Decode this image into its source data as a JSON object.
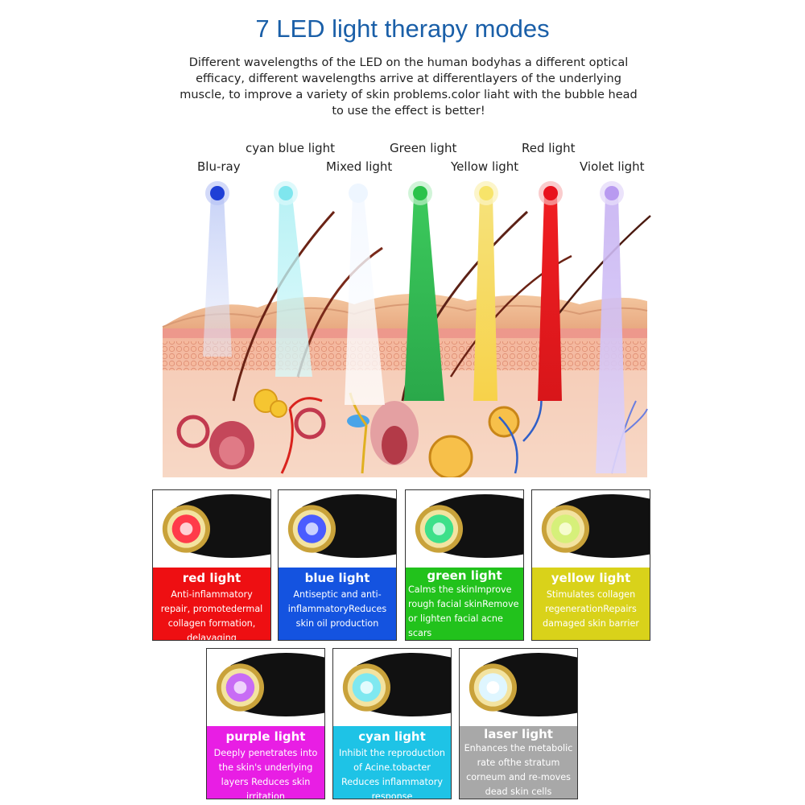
{
  "title": "7 LED light therapy modes",
  "intro": "Different wavelengths of the LED on the human bodyhas a different optical efficacy, different wavelengths arrive at differentlayers of the underlying muscle, to improve a variety of skin problems.color liaht with the bubble head to use the effect is better!",
  "lights": [
    {
      "label": "Blu-ray",
      "color": "#1f3fd6"
    },
    {
      "label": "cyan blue light",
      "color": "#7fe6ee"
    },
    {
      "label": "Mixed light",
      "color": "#eef6ff"
    },
    {
      "label": "Green light",
      "color": "#2bc24a"
    },
    {
      "label": "Yellow light",
      "color": "#f7e46a"
    },
    {
      "label": "Red light",
      "color": "#e8121d"
    },
    {
      "label": "Violet light",
      "color": "#b89af0"
    }
  ],
  "cards": [
    {
      "name": "red light",
      "desc": "Anti-inflammatory repair, promotedermal collagen formation, delayaging",
      "band_color": "#ee0f12",
      "led_color": "#ff3b4a"
    },
    {
      "name": "blue light",
      "desc": "Antiseptic and anti-inflammatoryReduces skin oil production",
      "band_color": "#1453e0",
      "led_color": "#4a5cff"
    },
    {
      "name": "green light",
      "desc": "Calms the skinImprove rough facial skinRemove or lighten facial acne scars",
      "band_color": "#22c21c",
      "led_color": "#3ee08a"
    },
    {
      "name": "yellow light",
      "desc": "Stimulates collagen regenerationRepairs damaged skin barrier",
      "band_color": "#d9d21a",
      "led_color": "#d6f07a"
    },
    {
      "name": "purple light",
      "desc": "Deeply penetrates into the skin's underlying layers Reduces skin irritation",
      "band_color": "#e81ee4",
      "led_color": "#c86cf5"
    },
    {
      "name": "cyan light",
      "desc": "Inhibit the reproduction of Acine.tobacter Reduces inflammatory response",
      "band_color": "#1ec3e6",
      "led_color": "#7fe8f0"
    },
    {
      "name": "laser light",
      "desc": "Enhances the metabolic rate ofthe stratum corneum and re-moves dead skin cells",
      "band_color": "#a8a8a8",
      "led_color": "#dff6ff"
    }
  ]
}
